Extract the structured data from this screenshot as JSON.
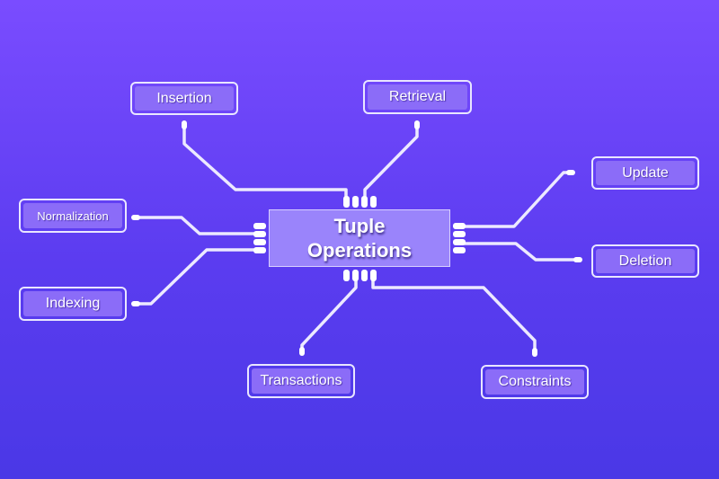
{
  "center": {
    "line1": "Tuple",
    "line2": "Operations"
  },
  "nodes": {
    "insertion": "Insertion",
    "retrieval": "Retrieval",
    "update": "Update",
    "deletion": "Deletion",
    "normalization": "Normalization",
    "indexing": "Indexing",
    "transactions": "Transactions",
    "constraints": "Constraints"
  },
  "colors": {
    "background_top": "#7a4cff",
    "background_bottom": "#4a38e6",
    "node_fill": "#8b6cf8",
    "wire": "#ece9ff"
  }
}
